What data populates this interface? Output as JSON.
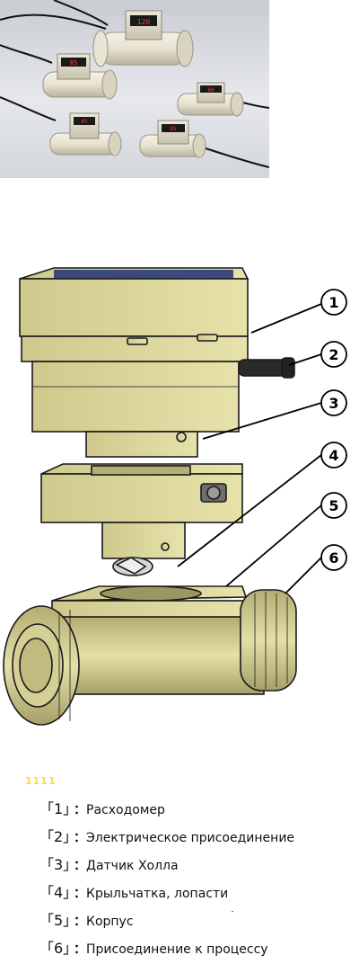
{
  "photo": {
    "displays": [
      "120",
      "85",
      "60",
      "45",
      "95"
    ]
  },
  "callouts": [
    "1",
    "2",
    "3",
    "4",
    "5",
    "6"
  ],
  "legend_faint": "1111",
  "legend": [
    {
      "num": "「1」",
      "sep": "：",
      "text": "Расходомер"
    },
    {
      "num": "「2」",
      "sep": "：",
      "text": "Электрическое присоединение"
    },
    {
      "num": "「3」",
      "sep": "：",
      "text": "Датчик Холла"
    },
    {
      "num": "「4」",
      "sep": "：",
      "text": "Крыльчатка, лопасти"
    },
    {
      "num": "「5」",
      "sep": "：",
      "text": "Корпус"
    },
    {
      "num": "「6」",
      "sep": "：",
      "text": "Присоединение к процессу"
    }
  ]
}
